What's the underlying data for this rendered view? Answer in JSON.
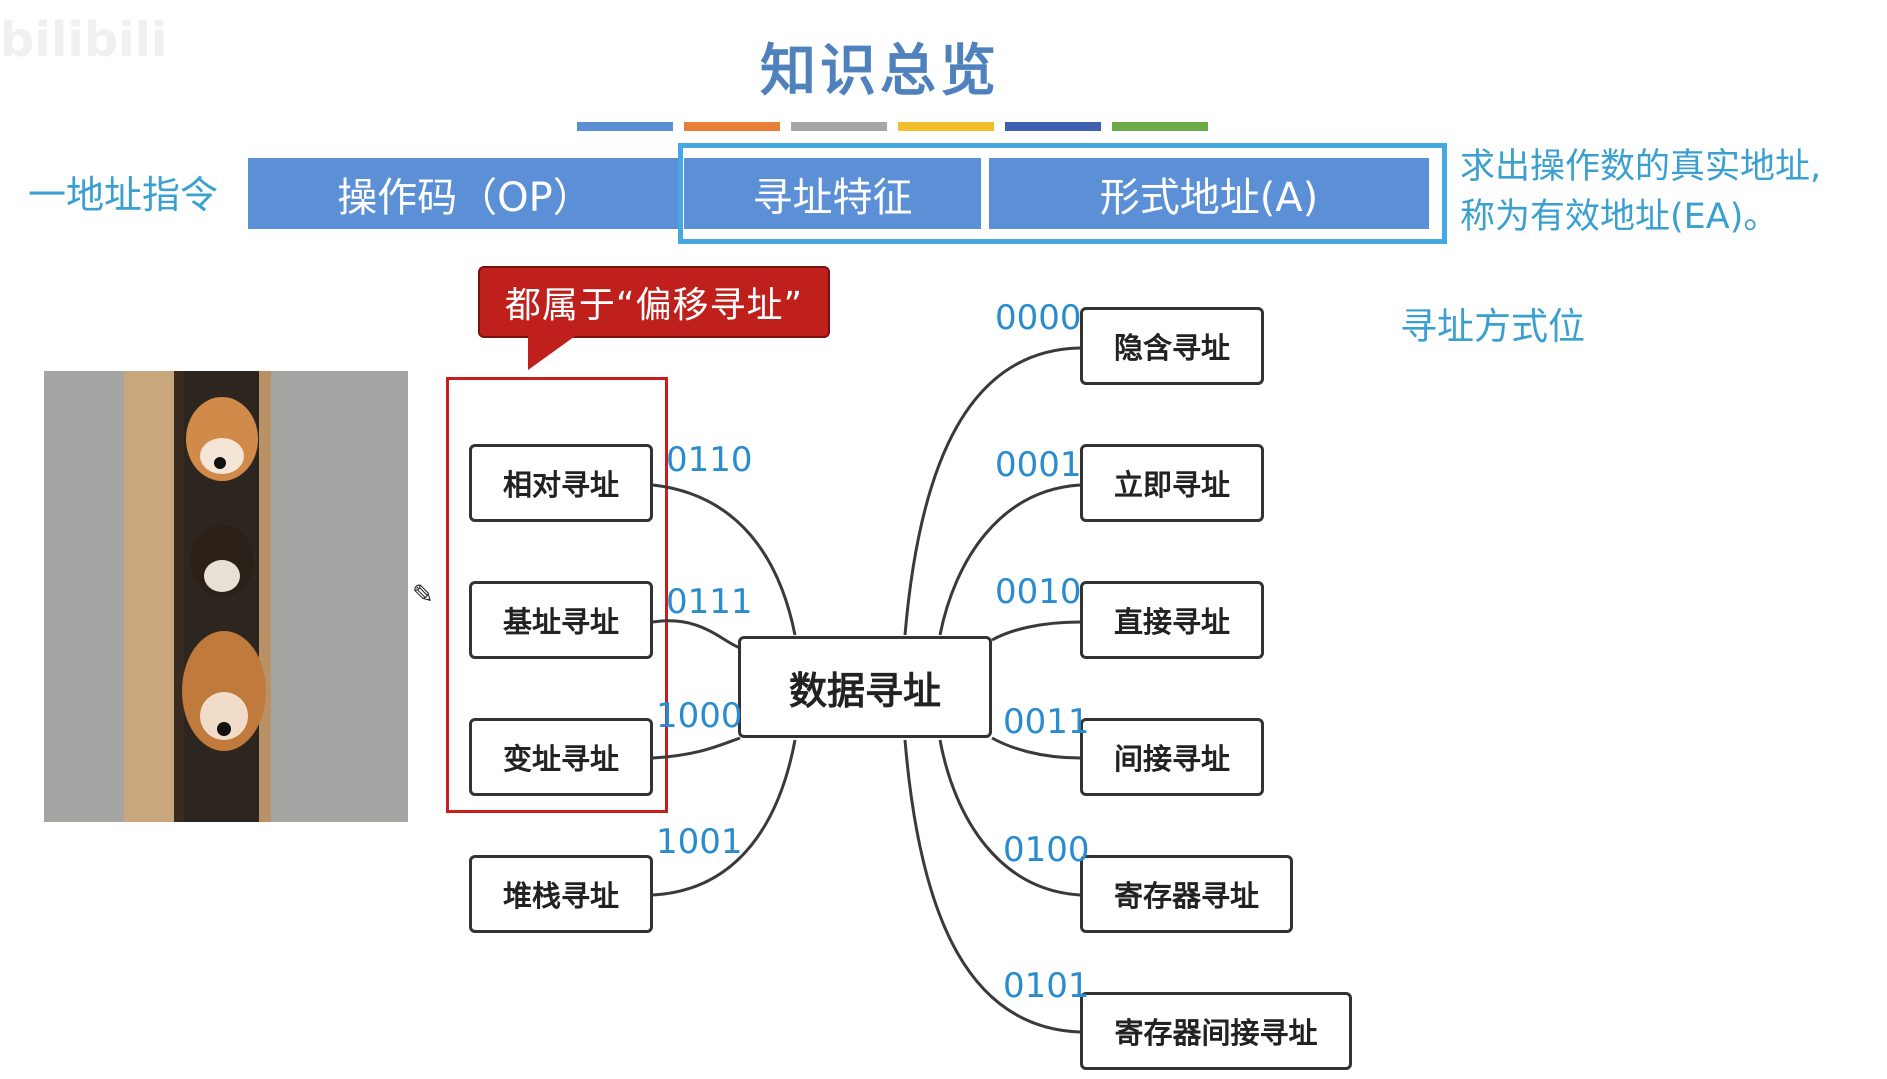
{
  "title": "知识总览",
  "instruction_label": "一地址指令",
  "instruction_fields": {
    "opcode": "操作码（OP）",
    "addressing_feature": "寻址特征",
    "formal_address": "形式地址(A)"
  },
  "effective_address_note": [
    "求出操作数的真实地址,",
    "称为有效地址(EA)。"
  ],
  "addressing_bits_label": "寻址方式位",
  "callout_text": "都属于“偏移寻址”",
  "center_node": "数据寻址",
  "left_nodes": [
    {
      "label": "相对寻址",
      "code": "0110"
    },
    {
      "label": "基址寻址",
      "code": "0111"
    },
    {
      "label": "变址寻址",
      "code": "1000"
    },
    {
      "label": "堆栈寻址",
      "code": "1001"
    }
  ],
  "right_nodes": [
    {
      "label": "隐含寻址",
      "code": "0000"
    },
    {
      "label": "立即寻址",
      "code": "0001"
    },
    {
      "label": "直接寻址",
      "code": "0010"
    },
    {
      "label": "间接寻址",
      "code": "0011"
    },
    {
      "label": "寄存器寻址",
      "code": "0100"
    },
    {
      "label": "寄存器间接寻址",
      "code": "0101"
    }
  ],
  "colors": {
    "title": "#4f81bd",
    "field_fill": "#5b8fd6",
    "frame": "#46a8e0",
    "accent_text": "#3aa0d0",
    "code_text": "#2a8ccf",
    "callout": "#c0201c",
    "highlight_box": "#c81e1e",
    "palette": [
      "#5b8fd6",
      "#e8803a",
      "#a6a6a6",
      "#f2be2c",
      "#3f5fb0",
      "#6cab46"
    ]
  }
}
